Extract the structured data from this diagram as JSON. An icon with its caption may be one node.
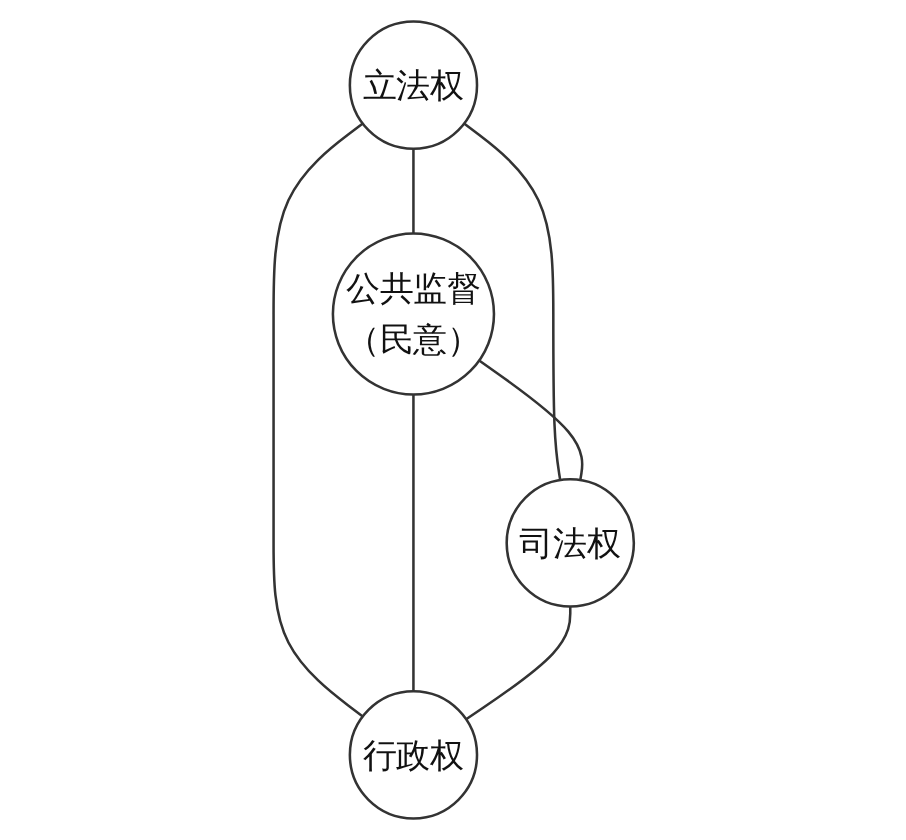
{
  "diagram": {
    "nodes": [
      {
        "text": [
          "立法权"
        ]
      },
      {
        "text": [
          "公共监督（民意）"
        ]
      },
      {
        "text": [
          "司法权"
        ]
      },
      {
        "text": [
          "行政权"
        ]
      }
    ],
    "edges": [
      {
        "from": 0,
        "to": 1,
        "arrow": "none"
      },
      {
        "from": 0,
        "to": 2,
        "arrow": "none"
      },
      {
        "from": 0,
        "to": 3,
        "arrow": "none"
      },
      {
        "from": 1,
        "to": 2,
        "arrow": "none"
      },
      {
        "from": 1,
        "to": 3,
        "arrow": "none"
      },
      {
        "from": 2,
        "to": 3,
        "arrow": "none"
      }
    ]
  }
}
